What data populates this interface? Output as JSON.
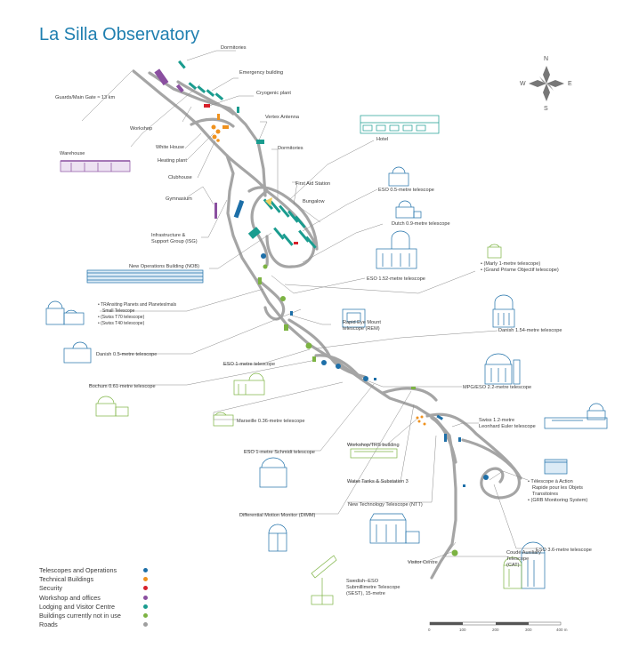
{
  "title": "La Silla Observatory",
  "compass": {
    "n": "N",
    "e": "E",
    "s": "S",
    "w": "W"
  },
  "labels": {
    "dormitories_top": "Dormitories",
    "emergency": "Emergency building",
    "cryogenic": "Cryogenic plant",
    "guards": "Guards/Main Gate ≈ 13 km",
    "vertex": "Vertex Antenna",
    "workshop": "Workshop",
    "white_house": "White House",
    "heating": "Heating plant",
    "dormitories_mid": "Dormitories",
    "warehouse": "Warehouse",
    "clubhouse": "Clubhouse",
    "hotel": "Hotel",
    "first_aid": "First Aid Station",
    "gymnasium": "Gymnasium",
    "bungalow": "Bungalow",
    "eso05": "ESO 0.5-metre telescope",
    "dutch": "Dutch 0.9-metre telescope",
    "infra_1": "Infrastructure &",
    "infra_2": "Support Group (ISG)",
    "nob": "New Operations Building (NOB)",
    "marly_1": "• (Marly 1-metre telescope)",
    "marly_2": "• (Grand Prisme Objectif telescope)",
    "eso152": "ESO 1.52-metre telescope",
    "trappist_1": "• TRAnsiting Planets and PlanetesImals",
    "trappist_2": "Small Telescope",
    "trappist_3": "• (Swiss T70 telescope)",
    "trappist_4": "• (Swiss T40 telescope)",
    "rem_1": "Rapid Eye Mount",
    "rem_2": "telescope (REM)",
    "danish154": "Danish 1.54-metre telescope",
    "danish05": "Danish 0.5-metre telescope",
    "eso1m": "ESO 1-metre telescope",
    "bochum": "Bochum 0.61-metre telescope",
    "mpg": "MPG/ESO 2.2-metre telescope",
    "marseille": "Marseille 0.36-metre telescope",
    "swiss12_1": "Swiss 1.2-metre",
    "swiss12_2": "Leonhard Euler telescope",
    "schmidt": "ESO 1-metre Schmidt telescope",
    "workshop_trs": "Workshop/TRS building",
    "tarot_1": "• Télescope à Action",
    "tarot_2": "Rapide pour les Objets",
    "tarot_3": "Transitoires",
    "tarot_4": "• (GRB Monitoring System)",
    "water": "Water Tanks & Substation 3",
    "ntt": "New Technology Telescope (NTT)",
    "dimm": "Differential Motion Monitor (DIMM)",
    "eso36": "ESO 3.6-metre telescope",
    "cat_1": "Coudé Auxiliary",
    "cat_2": "Telescope",
    "cat_3": "(CAT)",
    "visitor": "Visitor Centre",
    "sest_1": "Swedish–ESO",
    "sest_2": "Submillimetre Telescope",
    "sest_3": "(SEST), 15-metre"
  },
  "legend": [
    {
      "label": "Telescopes and Operations",
      "color": "#1d6fa8"
    },
    {
      "label": "Technical Buildings",
      "color": "#f0921e"
    },
    {
      "label": "Security",
      "color": "#d7202a"
    },
    {
      "label": "Workshop and offices",
      "color": "#8a4fa0"
    },
    {
      "label": "Lodging and Visitor Centre",
      "color": "#1a9c8f"
    },
    {
      "label": "Buildings currently not in use",
      "color": "#7cb342"
    },
    {
      "label": "Roads",
      "color": "#9e9e9e"
    }
  ],
  "scale": {
    "ticks": [
      "0",
      "100",
      "200",
      "300",
      "400 m"
    ]
  }
}
